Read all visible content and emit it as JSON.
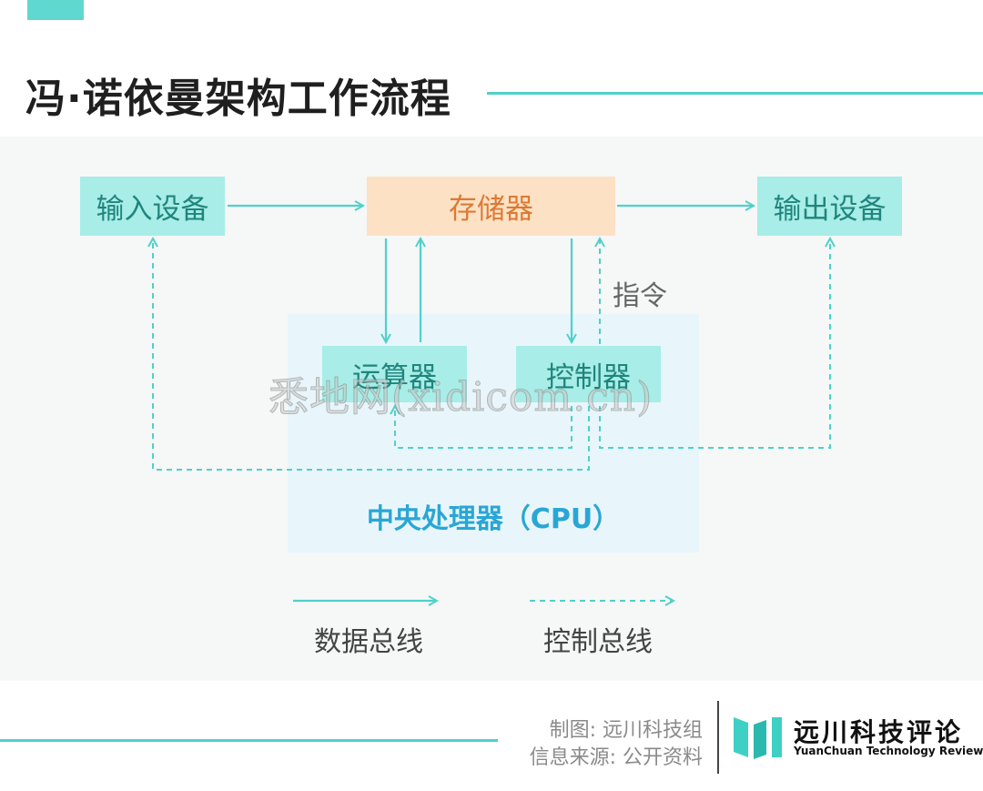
{
  "title": "冯·诺依曼架构工作流程",
  "nodes": {
    "input": "输入设备",
    "memory": "存储器",
    "output": "输出设备",
    "alu": "运算器",
    "controller": "控制器"
  },
  "instruction_label": "指令",
  "cpu_label": "中央处理器（CPU）",
  "watermark": "悉地网(xidicom.cn)",
  "legend": {
    "data_bus": "数据总线",
    "control_bus": "控制总线"
  },
  "footer": {
    "credit_maker": "制图: 远川科技组",
    "credit_source": "信息来源: 公开资料",
    "logo_name": "远川科技评论",
    "logo_en": "YuanChuan Technology Review"
  },
  "colors": {
    "accent": "#4fd1c9",
    "box_fill": "#a8ede7",
    "memory_fill": "#fde1c4",
    "cpu_fill": "#e8f6fb",
    "cpu_text": "#2aa6d6"
  }
}
